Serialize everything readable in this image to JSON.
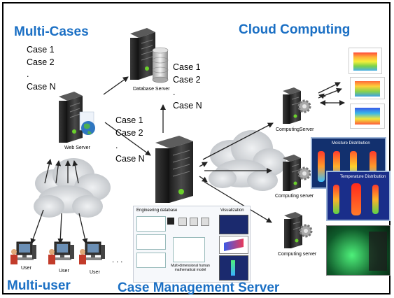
{
  "titles": {
    "multi_cases": "Multi-Cases",
    "cloud_computing": "Cloud Computing",
    "multi_user": "Multi-user",
    "case_management_server": "Case Management Server"
  },
  "case_list_left": [
    "Case 1",
    "Case 2",
    ".",
    "Case N"
  ],
  "case_list_database": [
    "Case 1",
    "Case 2",
    ".",
    "Case N"
  ],
  "case_list_center": [
    "Case 1",
    "Case 2",
    ".",
    "Case N"
  ],
  "labels": {
    "database_server": "Database Server",
    "web_server": "Web Server",
    "computing_server_1": "ComputingServer",
    "computing_server_2": "Computing server",
    "computing_server_3": "Computing server",
    "user": "User",
    "ellipsis": ". . ."
  },
  "thumbnails": {
    "engineering_database": "Engineering database",
    "visualization": "Visualization",
    "moisture_distribution": "Moisture Distribution",
    "temperature_distribution": "Temperature Distribution",
    "model_caption": "Multi-dimensional human mathematical model"
  },
  "colors": {
    "title_blue": "#1a6fc4",
    "server_dark": "#2b2b2b",
    "arrow": "#222222",
    "cloud": "#c9ccd0"
  }
}
